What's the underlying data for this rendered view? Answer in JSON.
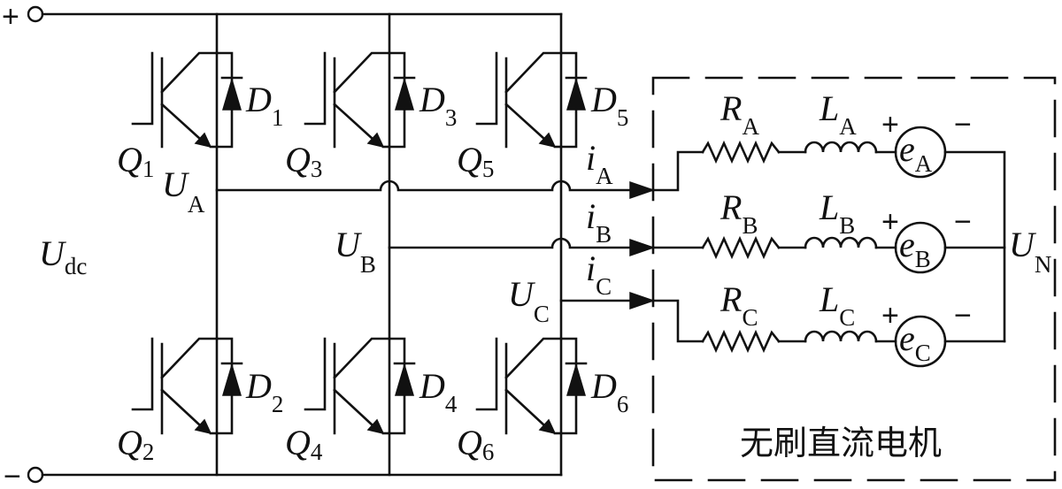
{
  "supply": {
    "plus": "+",
    "minus": "−",
    "voltage": {
      "main": "U",
      "sub": "dc"
    }
  },
  "transistors": [
    {
      "main": "Q",
      "sub": "1"
    },
    {
      "main": "Q",
      "sub": "3"
    },
    {
      "main": "Q",
      "sub": "5"
    },
    {
      "main": "Q",
      "sub": "2"
    },
    {
      "main": "Q",
      "sub": "4"
    },
    {
      "main": "Q",
      "sub": "6"
    }
  ],
  "diodes": [
    {
      "main": "D",
      "sub": "1"
    },
    {
      "main": "D",
      "sub": "3"
    },
    {
      "main": "D",
      "sub": "5"
    },
    {
      "main": "D",
      "sub": "2"
    },
    {
      "main": "D",
      "sub": "4"
    },
    {
      "main": "D",
      "sub": "6"
    }
  ],
  "node_voltages": [
    {
      "main": "U",
      "sub": "A"
    },
    {
      "main": "U",
      "sub": "B"
    },
    {
      "main": "U",
      "sub": "C"
    },
    {
      "main": "U",
      "sub": "N"
    }
  ],
  "currents": [
    {
      "main": "i",
      "sub": "A"
    },
    {
      "main": "i",
      "sub": "B"
    },
    {
      "main": "i",
      "sub": "C"
    }
  ],
  "phases": [
    {
      "R": {
        "main": "R",
        "sub": "A"
      },
      "L": {
        "main": "L",
        "sub": "A"
      },
      "e": {
        "main": "e",
        "sub": "A"
      },
      "plus": "+",
      "minus": "−"
    },
    {
      "R": {
        "main": "R",
        "sub": "B"
      },
      "L": {
        "main": "L",
        "sub": "B"
      },
      "e": {
        "main": "e",
        "sub": "B"
      },
      "plus": "+",
      "minus": "−"
    },
    {
      "R": {
        "main": "R",
        "sub": "C"
      },
      "L": {
        "main": "L",
        "sub": "C"
      },
      "e": {
        "main": "e",
        "sub": "C"
      },
      "plus": "+",
      "minus": "−"
    }
  ],
  "motor_label": "无刷直流电机"
}
